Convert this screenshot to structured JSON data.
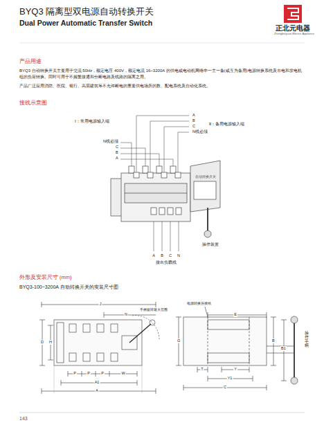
{
  "diagram": {
    "title": "BYQ3 隔离型双电源自动转换开关",
    "labels": [
      "Dual Power Automatic Transfer Switch",
      "正北元电器",
      "Zhengbeiyuan Electric Appliance",
      "产品用途",
      "BYQ3 自动转换开关主要用于交流 50Hz，额定电压 400V，额定电流 16~3200A 的供电或电动机网络中一主一备(或互为备用)电源转换系统及市电和发电机组的负荷转换。同时可用于不频繁接通和分断电路及线路的隔离之用。",
      "产品广泛应用消防、医院、银行、高层建筑等不允许断电的重要供电场所的数、配电系统及自动化系统。",
      "接线示意图",
      "A",
      "B",
      "C",
      "N线必须",
      "Ⅰ：常用电源输入端",
      "Ⅱ：备用电源输入端",
      "N线必须",
      "C",
      "B",
      "A",
      "自动转换开关",
      "操作装置",
      "A",
      "B",
      "C",
      "N",
      "接出负载线",
      "外形及安装尺寸 (mm)",
      "BYQ3-100~3200A 自动转换开关的安装尺寸图",
      "J",
      "N",
      "手柄旋转最大范围",
      "电源转换连接线",
      "E",
      "D",
      "H",
      "P",
      "P",
      "P",
      "W",
      "A1",
      "A",
      "G",
      "T",
      "Y",
      "Y1",
      "C",
      "B",
      "B1",
      "操作手柄",
      "143"
    ]
  }
}
